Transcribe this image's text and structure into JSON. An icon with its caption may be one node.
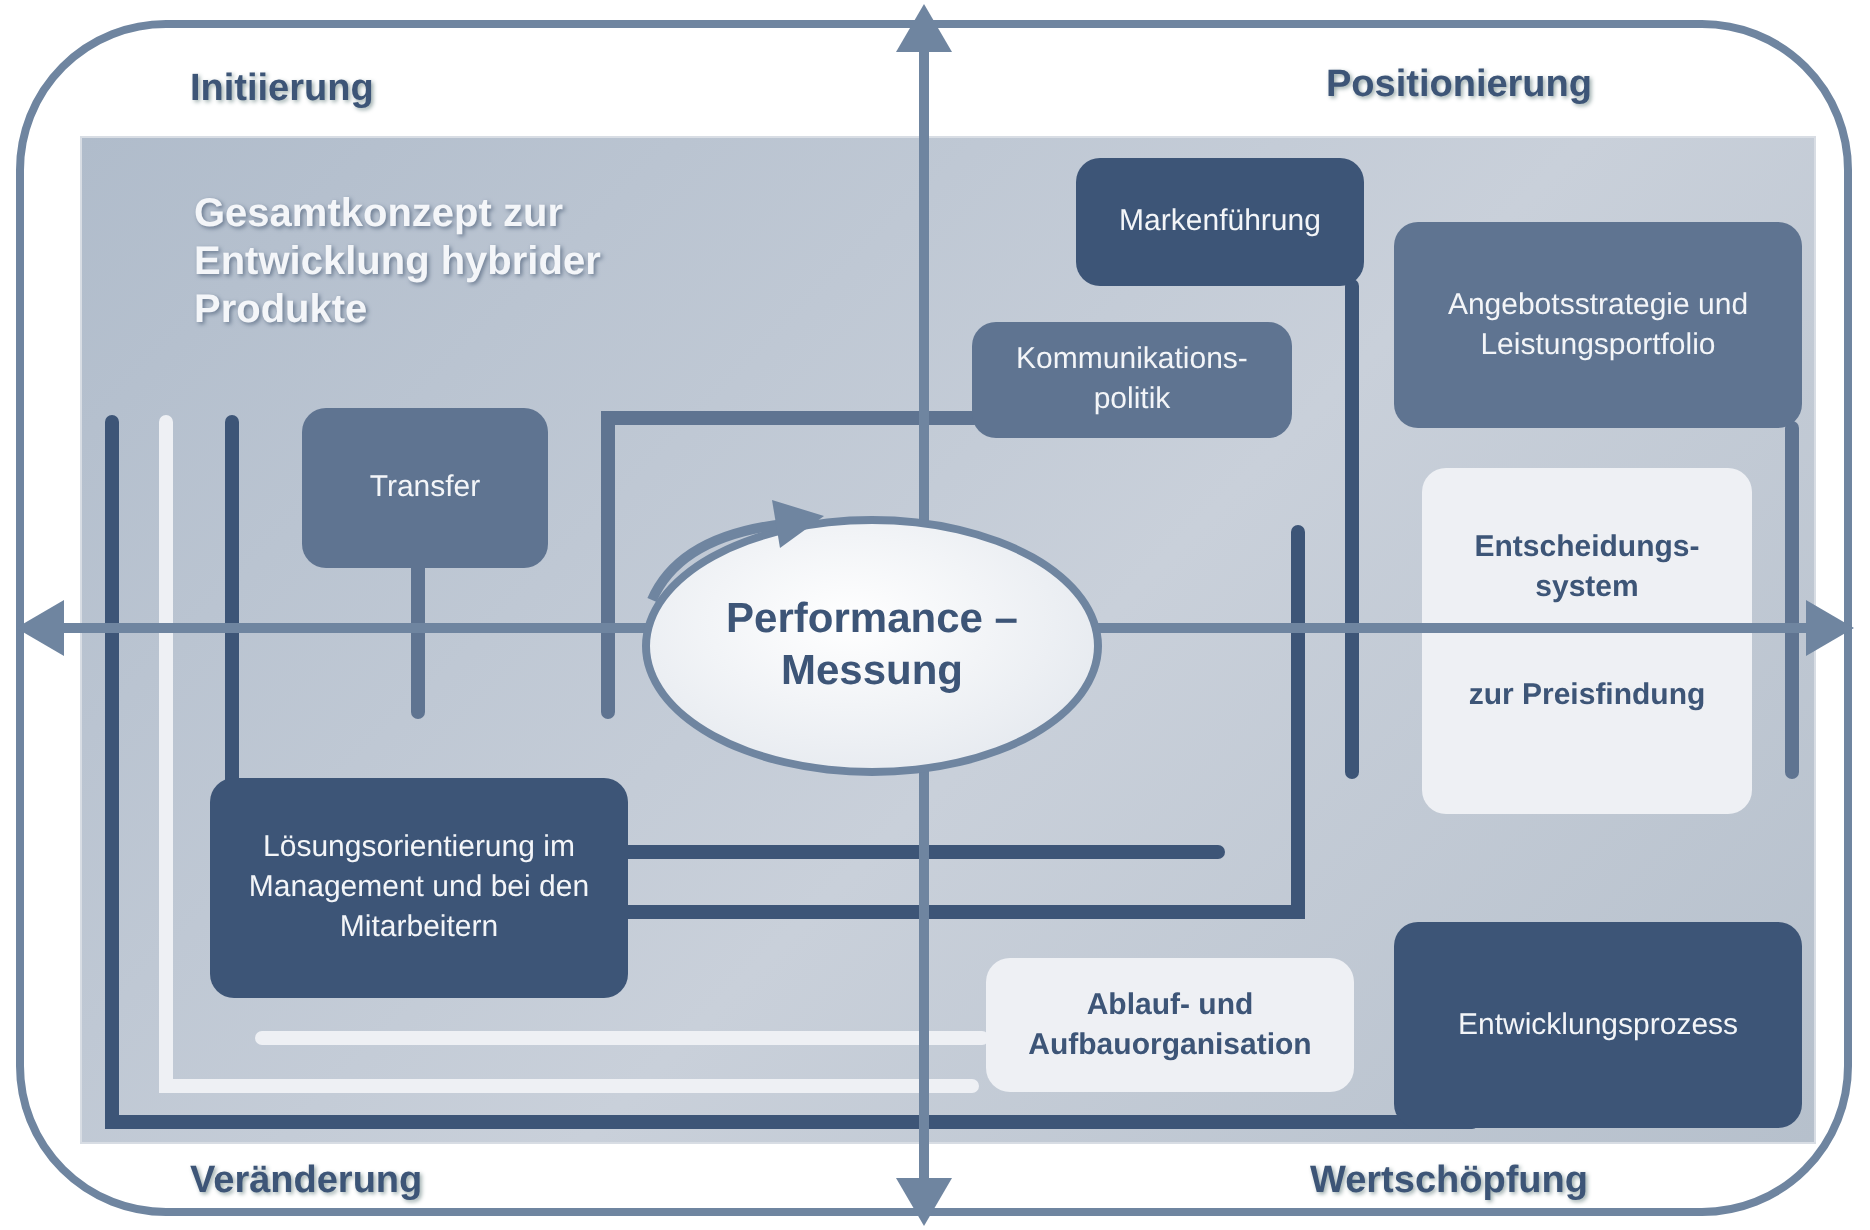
{
  "diagram": {
    "nodes": [
      {
        "text": [
          "Gesamtkonzept zur Entwicklung hybrider Produkte"
        ]
      },
      {
        "text": [
          "Transfer"
        ],
        "in": 0
      },
      {
        "text": [
          "Markenführung"
        ],
        "in": 0
      },
      {
        "text": [
          "Kommunikations- politik"
        ],
        "in": 0
      },
      {
        "text": [
          "Angebotsstrategie und Leistungsportfolio"
        ],
        "in": 0
      },
      {
        "text": [
          "Entscheidungs- system",
          "zur Preisfindung"
        ],
        "in": 0
      },
      {
        "text": [
          "Performance – Messung"
        ],
        "in": 0
      },
      {
        "text": [
          "Lösungsorientierung im Management und bei den Mitarbeitern"
        ],
        "in": 0
      },
      {
        "text": [
          "Ablauf- und Aufbauorganisation"
        ],
        "in": 0
      },
      {
        "text": [
          "Entwicklungsprozess"
        ],
        "in": 0
      }
    ],
    "edges": [],
    "labels": [
      "Initiierung",
      "Positionierung",
      "Veränderung",
      "Wertschöpfung"
    ]
  }
}
